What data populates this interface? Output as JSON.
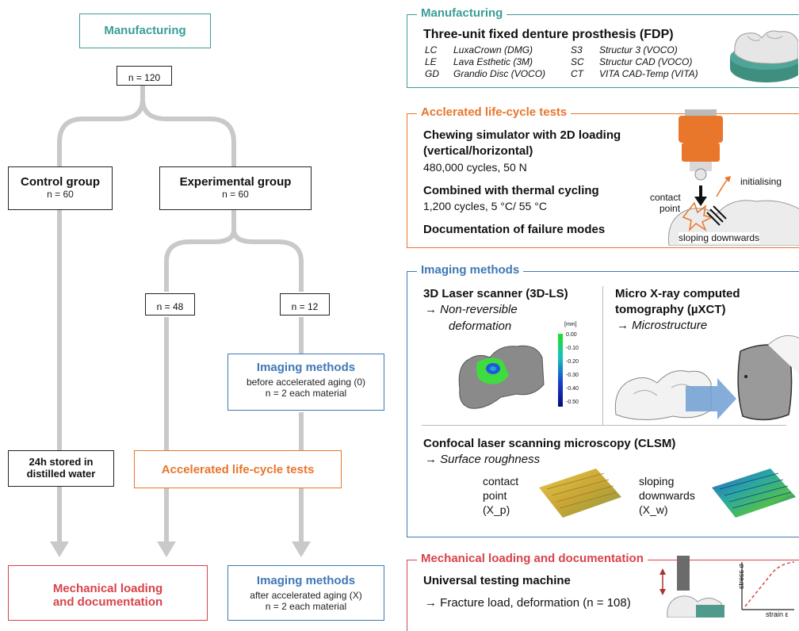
{
  "flow": {
    "manufacturing": "Manufacturing",
    "n_total": "n = 120",
    "control_title": "Control group",
    "control_n": "n = 60",
    "experimental_title": "Experimental group",
    "experimental_n": "n = 60",
    "n_48": "n = 48",
    "n_12": "n = 12",
    "imaging_before_title": "Imaging methods",
    "imaging_before_line1": "before accelerated aging (0)",
    "imaging_before_line2": "n = 2 each material",
    "stored_line1": "24h stored in",
    "stored_line2": "distilled water",
    "accelerated": "Accelerated life-cycle tests",
    "mechanical_line1": "Mechanical loading",
    "mechanical_line2": "and documentation",
    "imaging_after_title": "Imaging methods",
    "imaging_after_line1": "after accelerated aging (X)",
    "imaging_after_line2": "n = 2 each material"
  },
  "panels": {
    "manufacturing": {
      "title": "Manufacturing",
      "heading": "Three-unit fixed denture prosthesis (FDP)",
      "materials": [
        {
          "code": "LC",
          "name": "LuxaCrown (DMG)"
        },
        {
          "code": "LE",
          "name": "Lava Esthetic (3M)"
        },
        {
          "code": "GD",
          "name": "Grandio Disc (VOCO)"
        },
        {
          "code": "S3",
          "name": "Structur 3 (VOCO)"
        },
        {
          "code": "SC",
          "name": "Structur CAD (VOCO)"
        },
        {
          "code": "CT",
          "name": "VITA CAD-Temp (VITA)"
        }
      ]
    },
    "accelerated": {
      "title": "Acclerated life-cycle tests",
      "h1a": "Chewing simulator with 2D loading",
      "h1b": "(vertical/horizontal)",
      "t1": "480,000 cycles, 50 N",
      "h2": "Combined with thermal cycling",
      "t2": "1,200 cycles, 5 °C/ 55 °C",
      "h3": "Documentation of failure modes",
      "lbl_initialising": "initialising",
      "lbl_contact1": "contact",
      "lbl_contact2": "point",
      "lbl_sloping": "sloping downwards"
    },
    "imaging": {
      "title": "Imaging methods",
      "ls_heading": "3D Laser scanner (3D-LS)",
      "ls_sub1": "→  Non-reversible",
      "ls_sub2": "deformation",
      "scale_unit": "[mm]",
      "scale_ticks": [
        "0.00",
        "-0.10",
        "-0.20",
        "-0.30",
        "-0.40",
        "-0.50"
      ],
      "ct_heading1": "Micro X-ray computed",
      "ct_heading2": "tomography (µXCT)",
      "ct_sub": "→  Microstructure",
      "clsm_heading": "Confocal laser scanning microscopy (CLSM)",
      "clsm_sub": "→  Surface roughness",
      "cp1": "contact",
      "cp2": "point",
      "cp3": "(X_p)",
      "sd1": "sloping",
      "sd2": "downwards",
      "sd3": "(X_w)"
    },
    "mechanical": {
      "title": "Mechanical loading and documentation",
      "heading": "Universal testing machine",
      "text": "→  Fracture load, deformation (n = 108)",
      "ylabel": "stress σ",
      "xlabel": "strain ε"
    }
  },
  "colors": {
    "teal": "#3a9e98",
    "orange": "#e8762b",
    "blue": "#3f78b5",
    "red": "#d8434a",
    "connector": "#c9c9c9"
  }
}
